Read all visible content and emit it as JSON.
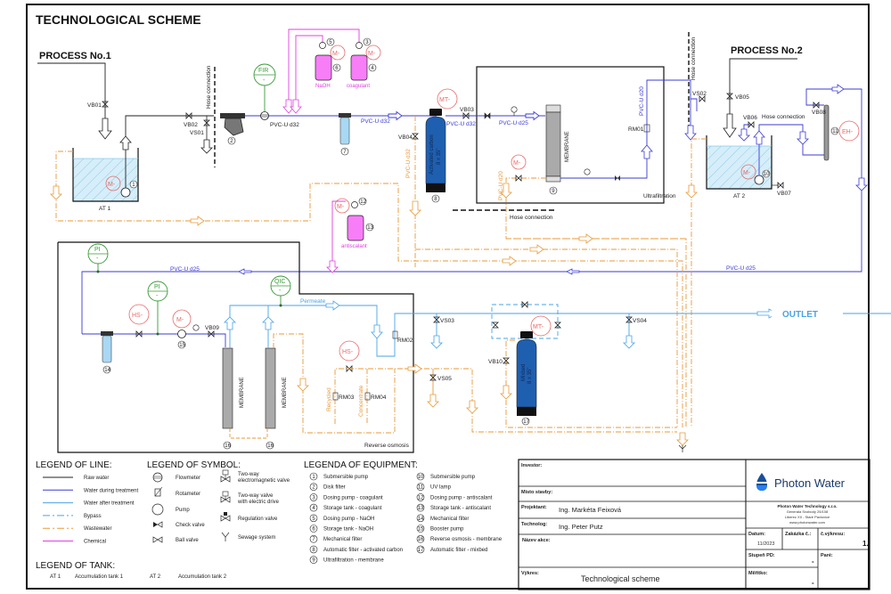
{
  "title": "TECHNOLOGICAL SCHEME",
  "processes": {
    "p1": "PROCESS No.1",
    "p2": "PROCESS No.2"
  },
  "colors": {
    "raw_water": "#222222",
    "water_during_treatment": "#3b3bd6",
    "water_after_treatment": "#4aa3e6",
    "bypass": "#4aa3e6",
    "wastewater": "#e89a3a",
    "chemical": "#e040e0",
    "instrument_green": "#3a9a3a",
    "motor_red": "#e86a6a",
    "filter_blue": "#1f5fb0",
    "brand_blue": "#1a4f9a"
  },
  "labels": {
    "hose_connection": "Hose connection",
    "pvc_d32": "PVC-U d32",
    "pvc_d25": "PVC-U d25",
    "pvc_d20": "PVC-U d20",
    "naoh": "NaOH",
    "coagulant": "coagulant",
    "antiscalant": "antiscalant",
    "membrane": "MEMBRANE",
    "activated_carbon": "Activated carbon",
    "activated_carbon_size": "8 x 35\"",
    "mixbed": "Mixbed",
    "mixbed_size": "8 x 35\"",
    "ultrafiltration": "Ultrafiltration",
    "reverse_osmosis": "Reverse osmosis",
    "permeate": "Permeate",
    "recycled": "Recycled",
    "concentrate": "Concentrate",
    "outlet": "OUTLET",
    "at1": "AT 1",
    "at2": "AT 2"
  },
  "valves": {
    "vb01": "VB01",
    "vb02": "VB02",
    "vs01": "VS01",
    "vb03": "VB03",
    "vb04": "VB04",
    "vs02": "VS02",
    "vb05": "VB05",
    "vb06": "VB06",
    "vb07": "VB07",
    "vb08": "VB08",
    "vb09": "VB09",
    "vb10": "VB10",
    "vs03": "VS03",
    "vs04": "VS04",
    "vs05": "VS05",
    "rm01": "RM01",
    "rm02": "RM02",
    "rm03": "RM03",
    "rm04": "RM04"
  },
  "instruments": {
    "fir": "FIR",
    "mt": "MT-",
    "m": "M-",
    "eh": "EH-",
    "pi": "PI",
    "qic": "QIC",
    "hs": "HS-",
    "dash": "-"
  },
  "equipment_numbers": [
    "1",
    "2",
    "3",
    "4",
    "5",
    "6",
    "7",
    "8",
    "9",
    "10",
    "11",
    "12",
    "13",
    "14",
    "15",
    "16",
    "17"
  ],
  "legend_line": {
    "heading": "LEGEND OF LINE:",
    "items": [
      {
        "label": "Raw water",
        "color": "#222222",
        "style": "solid"
      },
      {
        "label": "Water during treatment",
        "color": "#3b3bd6",
        "style": "solid"
      },
      {
        "label": "Water after treatment",
        "color": "#4aa3e6",
        "style": "solid"
      },
      {
        "label": "Bypass",
        "color": "#4aa3e6",
        "style": "dashdot"
      },
      {
        "label": "Wastewater",
        "color": "#e89a3a",
        "style": "dashdot"
      },
      {
        "label": "Chemical",
        "color": "#e040e0",
        "style": "solid"
      }
    ]
  },
  "legend_symbol": {
    "heading": "LEGEND OF SYMBOL:",
    "items": [
      {
        "icon": "flowmeter-icon",
        "label": "Flowmeter"
      },
      {
        "icon": "rotameter-icon",
        "label": "Rotameter"
      },
      {
        "icon": "pump-icon",
        "label": "Pump"
      },
      {
        "icon": "check-valve-icon",
        "label": "Check valve"
      },
      {
        "icon": "ball-valve-icon",
        "label": "Ball valve"
      },
      {
        "icon": "electromagnetic-valve-icon",
        "label": "Two-way",
        "label2": "electromagnetic valve"
      },
      {
        "icon": "electric-valve-icon",
        "label": "Two-way valve",
        "label2": "with electric drive"
      },
      {
        "icon": "regulation-valve-icon",
        "label": "Regulation valve"
      },
      {
        "icon": "sewage-icon",
        "label": "Sewage system"
      }
    ]
  },
  "legend_tank": {
    "heading": "LEGEND OF TANK:",
    "items": [
      {
        "code": "AT 1",
        "label": "Accumulation tank 1"
      },
      {
        "code": "AT 2",
        "label": "Accumulation tank 2"
      }
    ]
  },
  "legend_equipment": {
    "heading": "LEGENDA OF EQUIPMENT:",
    "items": [
      {
        "n": "1",
        "label": "Submersible pump"
      },
      {
        "n": "2",
        "label": "Disk filter"
      },
      {
        "n": "3",
        "label": "Dosing pump - coagulant"
      },
      {
        "n": "4",
        "label": "Storage tank - coagulant"
      },
      {
        "n": "5",
        "label": "Dosing pump - NaOH"
      },
      {
        "n": "6",
        "label": "Storage tank - NaOH"
      },
      {
        "n": "7",
        "label": "Mechanical filter"
      },
      {
        "n": "8",
        "label": "Automatic filter - activated carbon"
      },
      {
        "n": "9",
        "label": "Ultrafiltration - membrane"
      },
      {
        "n": "10",
        "label": "Submersible pump"
      },
      {
        "n": "11",
        "label": "UV lamp"
      },
      {
        "n": "12",
        "label": "Dosing pump - antiscalant"
      },
      {
        "n": "13",
        "label": "Storage tank - antiscalant"
      },
      {
        "n": "14",
        "label": "Mechanical filter"
      },
      {
        "n": "15",
        "label": "Booster pump"
      },
      {
        "n": "16",
        "label": "Reverse osmosis - membrane"
      },
      {
        "n": "17",
        "label": "Automatic filter - mixbed"
      }
    ]
  },
  "title_block": {
    "investor_label": "Investor:",
    "misto_label": "Místo stavby:",
    "projektant_label": "Projektant:",
    "projektant_value": "Ing. Markéta Feixová",
    "technolog_label": "Technolog:",
    "technolog_value": "Ing. Peter Putz",
    "nazev_label": "Název akce:",
    "vykres_label": "Výkres:",
    "vykres_value": "Technological scheme",
    "brand": "Photon Water",
    "company_name": "Photon Water Technology s.r.o.",
    "company_addr1": "Generála Svobody 25/108",
    "company_addr2": "Liberec XII - Staré Pavlovice",
    "company_web": "www.photonwater.com",
    "datum_label": "Datum:",
    "datum_value": "11/2023",
    "zakazka_label": "Zakázka č.:",
    "cislo_label": "č.výkresu:",
    "cislo_value": "1.",
    "stupen_label": "Stupeň PD:",
    "stupen_value": "-",
    "pare_label": "Paré:",
    "meritko_label": "Měřítko:",
    "meritko_value": "-"
  }
}
